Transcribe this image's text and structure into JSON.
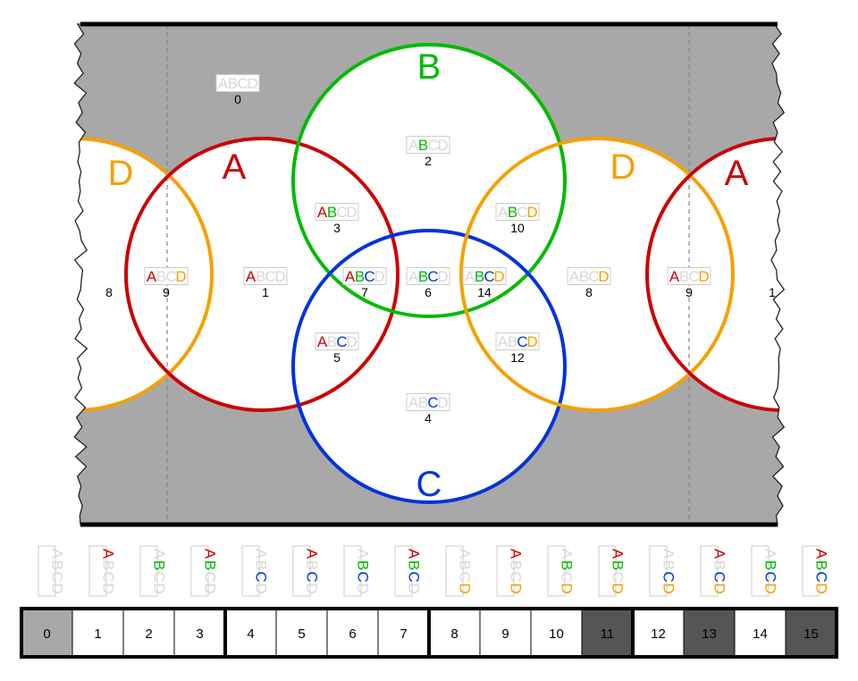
{
  "colors": {
    "A": "#cc0000",
    "B": "#00bb00",
    "C": "#0033dd",
    "D": "#f5a000",
    "faint": "#d8d8d8",
    "bg": "#a8a8a8",
    "dark": "#555555",
    "white": "#ffffff"
  },
  "letters": [
    "A",
    "B",
    "C",
    "D"
  ],
  "circle_labels": {
    "A": "A",
    "B": "B",
    "C": "C",
    "D": "D"
  },
  "regions": [
    {
      "id": 0,
      "mask": [
        0,
        0,
        0,
        0
      ],
      "number": "0"
    },
    {
      "id": 2,
      "mask": [
        0,
        1,
        0,
        0
      ],
      "number": "2"
    },
    {
      "id": 3,
      "mask": [
        1,
        1,
        0,
        0
      ],
      "number": "3"
    },
    {
      "id": 10,
      "mask": [
        0,
        1,
        0,
        1
      ],
      "number": "10"
    },
    {
      "id": 8,
      "mask": [
        0,
        0,
        0,
        1
      ],
      "number": "8",
      "number_only": true
    },
    {
      "id": 9,
      "mask": [
        1,
        0,
        0,
        1
      ],
      "number": "9"
    },
    {
      "id": 1,
      "mask": [
        1,
        0,
        0,
        0
      ],
      "number": "1"
    },
    {
      "id": 7,
      "mask": [
        1,
        1,
        1,
        0
      ],
      "number": "7"
    },
    {
      "id": 6,
      "mask": [
        0,
        1,
        1,
        0
      ],
      "number": "6"
    },
    {
      "id": 14,
      "mask": [
        0,
        1,
        1,
        1
      ],
      "number": "14"
    },
    {
      "id": 8,
      "mask": [
        0,
        0,
        0,
        1
      ],
      "number": "8"
    },
    {
      "id": 9,
      "mask": [
        1,
        0,
        0,
        1
      ],
      "number": "9"
    },
    {
      "id": 1,
      "mask": [
        1,
        0,
        0,
        0
      ],
      "number": "1",
      "number_only": true
    },
    {
      "id": 5,
      "mask": [
        1,
        0,
        1,
        0
      ],
      "number": "5"
    },
    {
      "id": 12,
      "mask": [
        0,
        0,
        1,
        1
      ],
      "number": "12"
    },
    {
      "id": 4,
      "mask": [
        0,
        0,
        1,
        0
      ],
      "number": "4"
    }
  ],
  "legend": [
    {
      "n": "0",
      "mask": [
        0,
        0,
        0,
        0
      ],
      "shade": "bg"
    },
    {
      "n": "1",
      "mask": [
        1,
        0,
        0,
        0
      ],
      "shade": "white"
    },
    {
      "n": "2",
      "mask": [
        0,
        1,
        0,
        0
      ],
      "shade": "white"
    },
    {
      "n": "3",
      "mask": [
        1,
        1,
        0,
        0
      ],
      "shade": "white"
    },
    {
      "n": "4",
      "mask": [
        0,
        0,
        1,
        0
      ],
      "shade": "white"
    },
    {
      "n": "5",
      "mask": [
        1,
        0,
        1,
        0
      ],
      "shade": "white"
    },
    {
      "n": "6",
      "mask": [
        0,
        1,
        1,
        0
      ],
      "shade": "white"
    },
    {
      "n": "7",
      "mask": [
        1,
        1,
        1,
        0
      ],
      "shade": "white"
    },
    {
      "n": "8",
      "mask": [
        0,
        0,
        0,
        1
      ],
      "shade": "white"
    },
    {
      "n": "9",
      "mask": [
        1,
        0,
        0,
        1
      ],
      "shade": "white"
    },
    {
      "n": "10",
      "mask": [
        0,
        1,
        0,
        1
      ],
      "shade": "white"
    },
    {
      "n": "11",
      "mask": [
        1,
        1,
        0,
        1
      ],
      "shade": "dark"
    },
    {
      "n": "12",
      "mask": [
        0,
        0,
        1,
        1
      ],
      "shade": "white"
    },
    {
      "n": "13",
      "mask": [
        1,
        0,
        1,
        1
      ],
      "shade": "dark"
    },
    {
      "n": "14",
      "mask": [
        0,
        1,
        1,
        1
      ],
      "shade": "white"
    },
    {
      "n": "15",
      "mask": [
        1,
        1,
        1,
        1
      ],
      "shade": "dark"
    }
  ]
}
